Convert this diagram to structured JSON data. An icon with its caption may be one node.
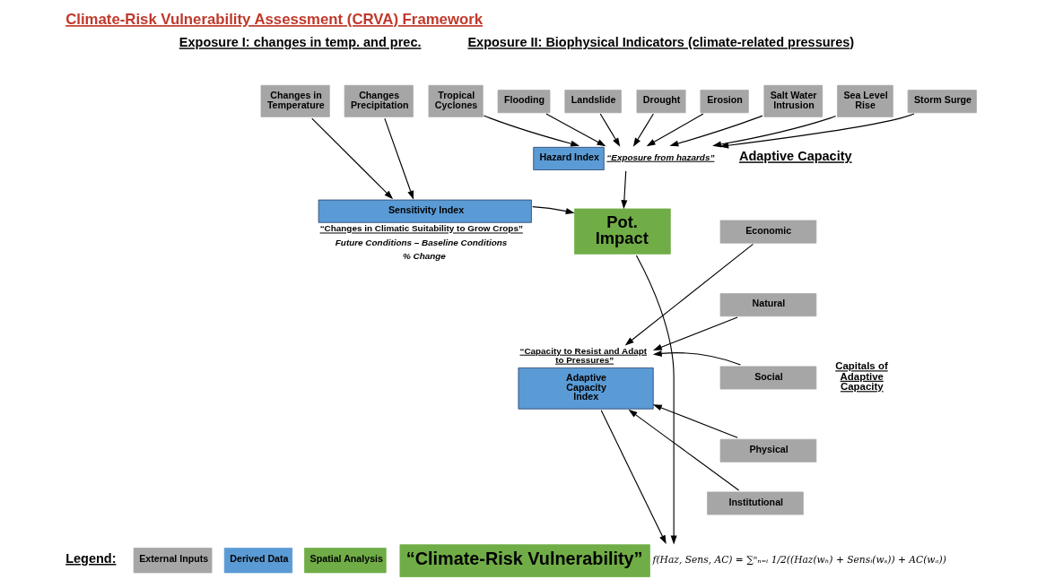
{
  "diagram": {
    "title": "Climate-Risk Vulnerability Assessment (CRVA) Framework",
    "nodes": [
      {
        "text": [
          "Changes in Temperature"
        ]
      },
      {
        "text": [
          "Changes Precipitation"
        ]
      },
      {
        "text": [
          "Tropical Cyclones"
        ]
      },
      {
        "text": [
          "Flooding"
        ]
      },
      {
        "text": [
          "Landslide"
        ]
      },
      {
        "text": [
          "Drought"
        ]
      },
      {
        "text": [
          "Erosion"
        ]
      },
      {
        "text": [
          "Salt Water Intrusion"
        ]
      },
      {
        "text": [
          "Sea Level Rise"
        ]
      },
      {
        "text": [
          "Storm Surge"
        ]
      },
      {
        "text": [
          "Hazard Index"
        ],
        "beside": [
          "“Exposure from hazards”"
        ]
      },
      {
        "text": [
          "Sensitivity Index"
        ],
        "beside": [
          "“Changes in Climatic Suitability to Grow Crops”",
          "Future Conditions – Baseline Conditions",
          "% Change"
        ]
      },
      {
        "text": [
          "Pot. Impact"
        ]
      },
      {
        "text": [
          "Adaptive Capacity Index"
        ],
        "beside": [
          "“Capacity to Resist and Adapt to Pressures”"
        ]
      },
      {
        "text": [
          "Economic"
        ]
      },
      {
        "text": [
          "Natural"
        ]
      },
      {
        "text": [
          "Social"
        ]
      },
      {
        "text": [
          "Physical"
        ]
      },
      {
        "text": [
          "Institutional"
        ]
      },
      {
        "text": [
          "“Climate-Risk Vulnerability”"
        ],
        "beside": [
          "f(Haz, Sens, AC) = ∑ⁿₙ₌ᵢ 1/2((Haz(wₕ) + Sensᵢ(wₛ)) + AC(wₐ))"
        ]
      }
    ],
    "edges": [
      {
        "from": 0,
        "to": 11,
        "arrow": "to"
      },
      {
        "from": 1,
        "to": 11,
        "arrow": "to"
      },
      {
        "from": 2,
        "to": 10,
        "arrow": "to"
      },
      {
        "from": 3,
        "to": 10,
        "arrow": "to"
      },
      {
        "from": 4,
        "to": 10,
        "arrow": "to"
      },
      {
        "from": 5,
        "to": 10,
        "arrow": "to"
      },
      {
        "from": 6,
        "to": 10,
        "arrow": "to"
      },
      {
        "from": 7,
        "to": 10,
        "arrow": "to"
      },
      {
        "from": 8,
        "to": 10,
        "arrow": "to"
      },
      {
        "from": 9,
        "to": 10,
        "arrow": "to"
      },
      {
        "from": 10,
        "to": 12,
        "arrow": "to"
      },
      {
        "from": 11,
        "to": 12,
        "arrow": "to"
      },
      {
        "from": 14,
        "to": 13,
        "arrow": "to"
      },
      {
        "from": 15,
        "to": 13,
        "arrow": "to"
      },
      {
        "from": 16,
        "to": 13,
        "arrow": "to"
      },
      {
        "from": 17,
        "to": 13,
        "arrow": "to"
      },
      {
        "from": 18,
        "to": 13,
        "arrow": "to"
      },
      {
        "from": 12,
        "to": 19,
        "arrow": "to"
      },
      {
        "from": 13,
        "to": 19,
        "arrow": "to"
      }
    ],
    "labels": [
      "Exposure I: changes in temp. and prec.",
      "Exposure II: Biophysical Indicators (climate-related pressures)",
      "Adaptive Capacity",
      "Capitals of Adaptive Capacity",
      "Legend:"
    ],
    "legend": [
      {
        "text": "External Inputs",
        "color": "#a6a6a6"
      },
      {
        "text": "Derived Data",
        "color": "#5b9bd5"
      },
      {
        "text": "Spatial Analysis",
        "color": "#70ad47"
      }
    ]
  }
}
